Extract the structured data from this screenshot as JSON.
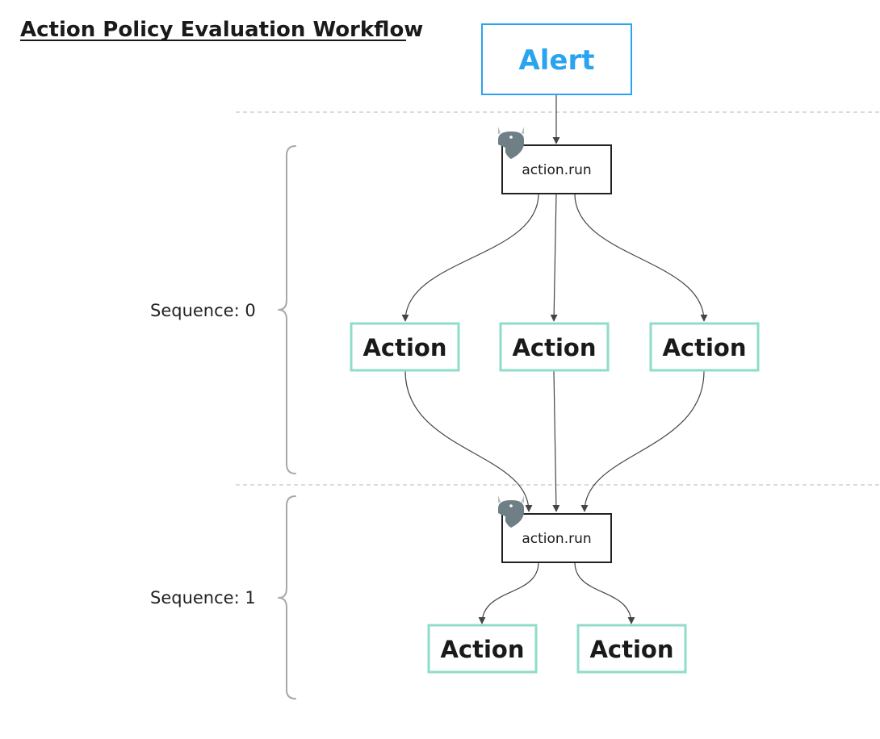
{
  "title": "Action Policy Evaluation Workflow",
  "colors": {
    "alert_border": "#2aa3f0",
    "alert_text": "#2aa3f0",
    "action_border": "#8fdcca",
    "node_border": "#222222",
    "edge": "#444444",
    "divider": "#cfcfcf",
    "brace": "#a8a8a8",
    "opa_logo": "#6f7f86"
  },
  "alert": {
    "label": "Alert"
  },
  "sequences": [
    {
      "label": "Sequence: 0",
      "run_node": {
        "label": "action.run",
        "icon": "opa-logo-icon"
      },
      "actions": [
        "Action",
        "Action",
        "Action"
      ]
    },
    {
      "label": "Sequence: 1",
      "run_node": {
        "label": "action.run",
        "icon": "opa-logo-icon"
      },
      "actions": [
        "Action",
        "Action"
      ]
    }
  ]
}
